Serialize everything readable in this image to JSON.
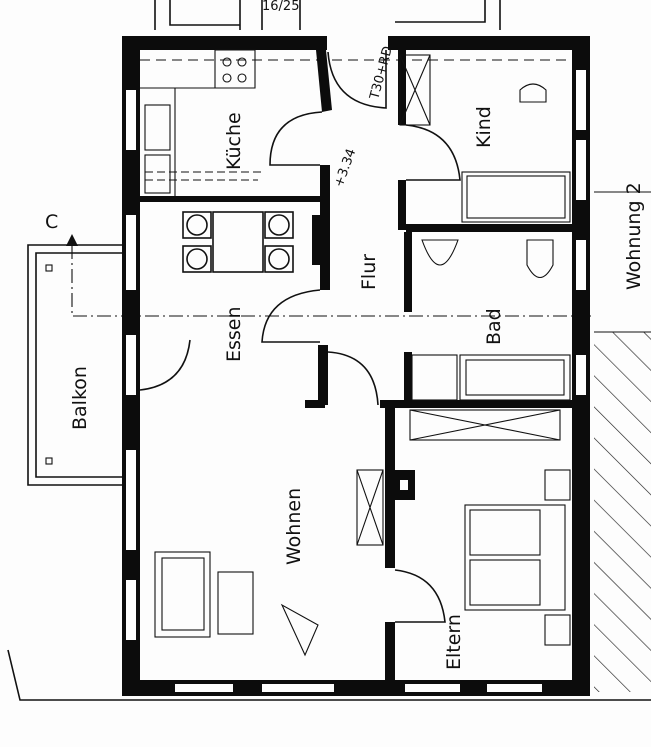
{
  "plan": {
    "stair_label": "16/25",
    "door_rating": "T30+RD",
    "level": "+3.34",
    "section_marker": "C",
    "neighbor_unit": "Wohnung 2",
    "rooms": {
      "kitchen": "Küche",
      "child": "Kind",
      "hall": "Flur",
      "dining": "Essen",
      "bath": "Bad",
      "balcony": "Balkon",
      "living": "Wohnen",
      "parents": "Eltern"
    }
  }
}
